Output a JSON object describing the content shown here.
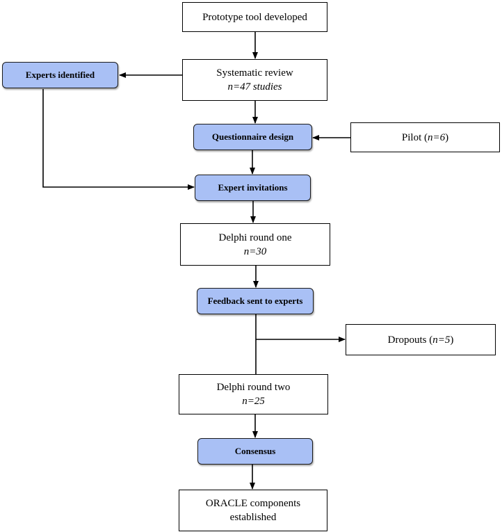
{
  "colors": {
    "process_fill": "#a9c0f5",
    "stroke": "#000000",
    "box_fill": "#ffffff"
  },
  "nodes": {
    "prototype": {
      "line1": "Prototype tool developed"
    },
    "systematic_review": {
      "line1": "Systematic review",
      "line2": "n=47 studies"
    },
    "experts_identified": {
      "line1": "Experts identified"
    },
    "questionnaire_design": {
      "line1": "Questionnaire design"
    },
    "pilot": {
      "prefix": "Pilot (",
      "n": "n=6",
      "suffix": ")"
    },
    "expert_invitations": {
      "line1": "Expert invitations"
    },
    "delphi_round_one": {
      "line1": "Delphi round one",
      "line2": "n=30"
    },
    "feedback": {
      "line1": "Feedback sent to experts"
    },
    "dropouts": {
      "prefix": "Dropouts (",
      "n": "n=5",
      "suffix": ")"
    },
    "delphi_round_two": {
      "line1": "Delphi round two",
      "line2": "n=25"
    },
    "consensus": {
      "line1": "Consensus"
    },
    "oracle": {
      "line1": "ORACLE components",
      "line2": "established"
    }
  }
}
